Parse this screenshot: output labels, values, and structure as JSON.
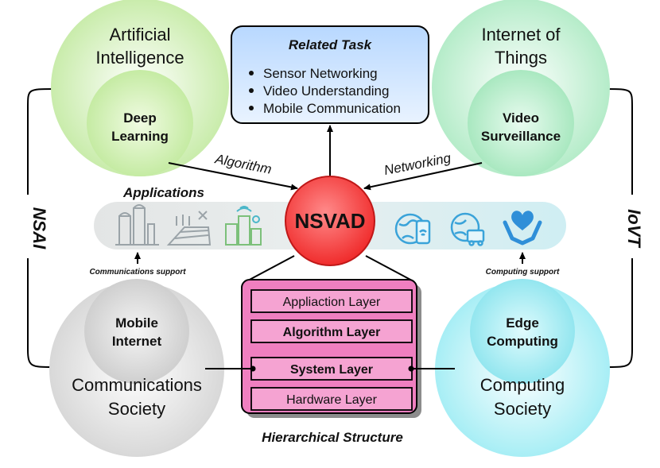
{
  "center": {
    "label": "NSVAD"
  },
  "top_left": {
    "outer": [
      "Artificial",
      "Intelligence"
    ],
    "inner": [
      "Deep",
      "Learning"
    ],
    "color": "#cdeeb0"
  },
  "top_right": {
    "outer": [
      "Internet of",
      "Things"
    ],
    "inner": [
      "Video",
      "Surveillance"
    ],
    "color": "#bdeed0"
  },
  "bottom_left": {
    "outer": [
      "Communications",
      "Society"
    ],
    "inner": [
      "Mobile",
      "Internet"
    ],
    "color": "#dedede"
  },
  "bottom_right": {
    "outer": [
      "Computing",
      "Society"
    ],
    "inner": [
      "Edge",
      "Computing"
    ],
    "color": "#b3f1f6"
  },
  "related_task": {
    "title": "Related Task",
    "items": [
      "Sensor Networking",
      "Video Understanding",
      "Mobile Communication"
    ]
  },
  "arrows": {
    "left_label": "Algorithm",
    "right_label": "Networking"
  },
  "applications": {
    "title": "Applications",
    "left_icons": [
      "factory-icon",
      "farm-icon",
      "smart-city-icon"
    ],
    "right_icons": [
      "mobile-globe-icon",
      "globe-logistics-icon",
      "care-heart-icon"
    ]
  },
  "supports": {
    "left": "Communications support",
    "right": "Computing support"
  },
  "side_labels": {
    "left": "NSAI",
    "right": "IoVT"
  },
  "hierarchy": {
    "title": "Hierarchical Structure",
    "layers": [
      "Appliaction Layer",
      "Algorithm Layer",
      "System Layer",
      "Hardware Layer"
    ]
  }
}
